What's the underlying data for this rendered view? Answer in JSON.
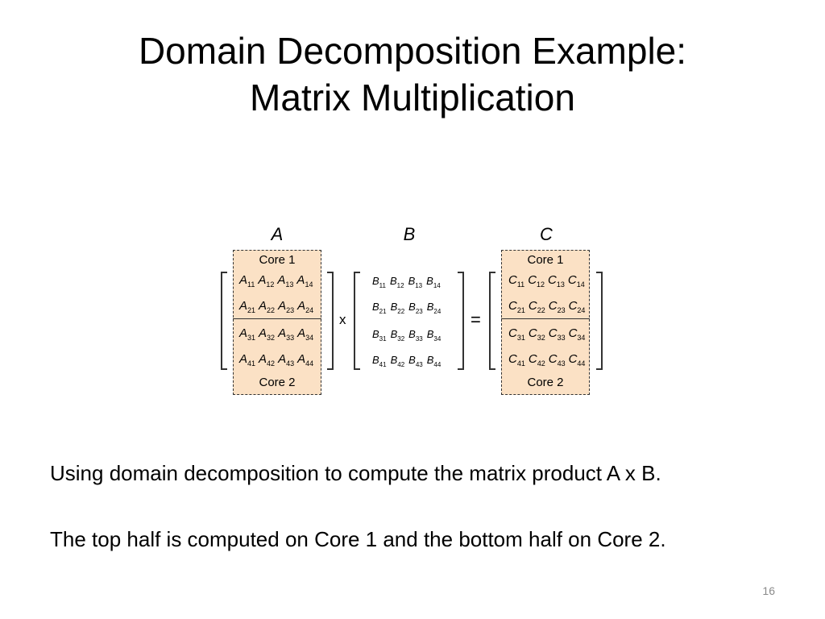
{
  "slide": {
    "title_line1": "Domain Decomposition Example:",
    "title_line2": "Matrix Multiplication",
    "caption1": "Using domain decomposition to compute the matrix product A x B.",
    "caption2": "The top half is computed on Core 1 and the bottom half on Core 2.",
    "page_number": "16"
  },
  "diagram": {
    "matrix_names": [
      "A",
      "B",
      "C"
    ],
    "core_top_label": "Core 1",
    "core_bottom_label": "Core 2",
    "times_symbol": "x",
    "equals_symbol": "=",
    "highlight_color": "#fbe1c5",
    "A": [
      [
        "A",
        "11"
      ],
      [
        "A",
        "12"
      ],
      [
        "A",
        "13"
      ],
      [
        "A",
        "14"
      ],
      [
        "A",
        "21"
      ],
      [
        "A",
        "22"
      ],
      [
        "A",
        "23"
      ],
      [
        "A",
        "24"
      ],
      [
        "A",
        "31"
      ],
      [
        "A",
        "32"
      ],
      [
        "A",
        "33"
      ],
      [
        "A",
        "34"
      ],
      [
        "A",
        "41"
      ],
      [
        "A",
        "42"
      ],
      [
        "A",
        "43"
      ],
      [
        "A",
        "44"
      ]
    ],
    "B": [
      [
        "B",
        "11"
      ],
      [
        "B",
        "12"
      ],
      [
        "B",
        "13"
      ],
      [
        "B",
        "14"
      ],
      [
        "B",
        "21"
      ],
      [
        "B",
        "22"
      ],
      [
        "B",
        "23"
      ],
      [
        "B",
        "24"
      ],
      [
        "B",
        "31"
      ],
      [
        "B",
        "32"
      ],
      [
        "B",
        "33"
      ],
      [
        "B",
        "34"
      ],
      [
        "B",
        "41"
      ],
      [
        "B",
        "42"
      ],
      [
        "B",
        "43"
      ],
      [
        "B",
        "44"
      ]
    ],
    "C": [
      [
        "C",
        "11"
      ],
      [
        "C",
        "12"
      ],
      [
        "C",
        "13"
      ],
      [
        "C",
        "14"
      ],
      [
        "C",
        "21"
      ],
      [
        "C",
        "22"
      ],
      [
        "C",
        "23"
      ],
      [
        "C",
        "24"
      ],
      [
        "C",
        "31"
      ],
      [
        "C",
        "32"
      ],
      [
        "C",
        "33"
      ],
      [
        "C",
        "34"
      ],
      [
        "C",
        "41"
      ],
      [
        "C",
        "42"
      ],
      [
        "C",
        "43"
      ],
      [
        "C",
        "44"
      ]
    ]
  }
}
